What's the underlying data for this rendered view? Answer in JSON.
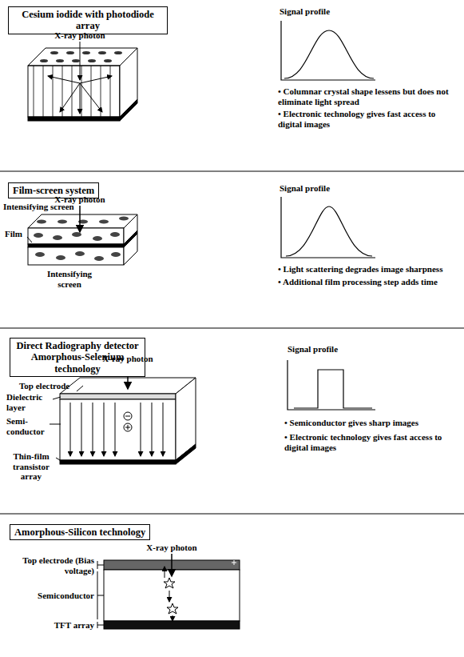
{
  "diagram": {
    "nodes": [
      {
        "text": [
          "Cesium iodide with photodiode array"
        ]
      },
      {
        "text": [
          "Film-screen system"
        ]
      },
      {
        "text": [
          "Direct Radiography detector Amorphous-Selenium technology"
        ]
      },
      {
        "text": [
          "Amorphous-Silicon technology"
        ]
      }
    ],
    "labels": [
      "X-ray photon",
      "Signal profile",
      "• Columnar crystal shape lessens but does not eliminate light spread",
      "• Electronic technology gives fast access to digital images",
      "X-ray photon",
      "Intensifying screen",
      "Film",
      "Intensifying screen",
      "Signal profile",
      "• Light scattering degrades image sharpness",
      "• Additional film processing step adds time",
      "X-ray photon",
      "Top electrode",
      "Dielectric layer",
      "Semi- conductor",
      "Thin-film transistor array",
      "Signal profile",
      "• Semiconductor gives sharp images",
      "• Electronic technology gives fast access to digital images",
      "X-ray photon",
      "Top electrode (Bias voltage)",
      "Semiconductor",
      "TFT array"
    ]
  }
}
